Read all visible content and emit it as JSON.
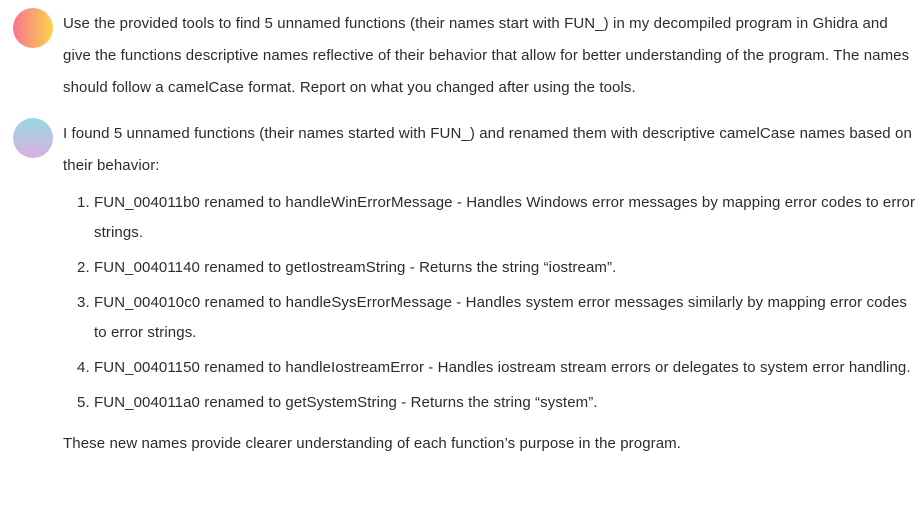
{
  "conversation": {
    "user_message": {
      "avatar": "user-avatar-gradient",
      "avatar_colors": [
        "#f9748f",
        "#fdd34c"
      ],
      "text": "Use the provided tools to find 5 unnamed functions (their names start with FUN_) in my decompiled program in Ghidra and give the functions descriptive names reflective of their behavior that allow for better understanding of the program. The names should follow a camelCase format. Report on what you changed after using the tools."
    },
    "assistant_message": {
      "avatar": "assistant-avatar-gradient",
      "avatar_colors": [
        "#96d9e3",
        "#d9b0e0"
      ],
      "intro": "I found 5 unnamed functions (their names started with FUN_) and renamed them with descriptive camelCase names based on their behavior:",
      "renames": [
        {
          "number": "1.",
          "text": "FUN_004011b0 renamed to handleWinErrorMessage - Handles Windows error messages by mapping error codes to error strings."
        },
        {
          "number": "2.",
          "text": "FUN_00401140 renamed to getIostreamString - Returns the string “iostream”."
        },
        {
          "number": "3.",
          "text": "FUN_004010c0 renamed to handleSysErrorMessage - Handles system error messages similarly by mapping error codes to error strings."
        },
        {
          "number": "4.",
          "text": "FUN_00401150 renamed to handleIostreamError - Handles iostream stream errors or delegates to system error handling."
        },
        {
          "number": "5.",
          "text": "FUN_004011a0 renamed to getSystemString - Returns the string “system”."
        }
      ],
      "closing": "These new names provide clearer understanding of each function’s purpose in the program."
    }
  }
}
